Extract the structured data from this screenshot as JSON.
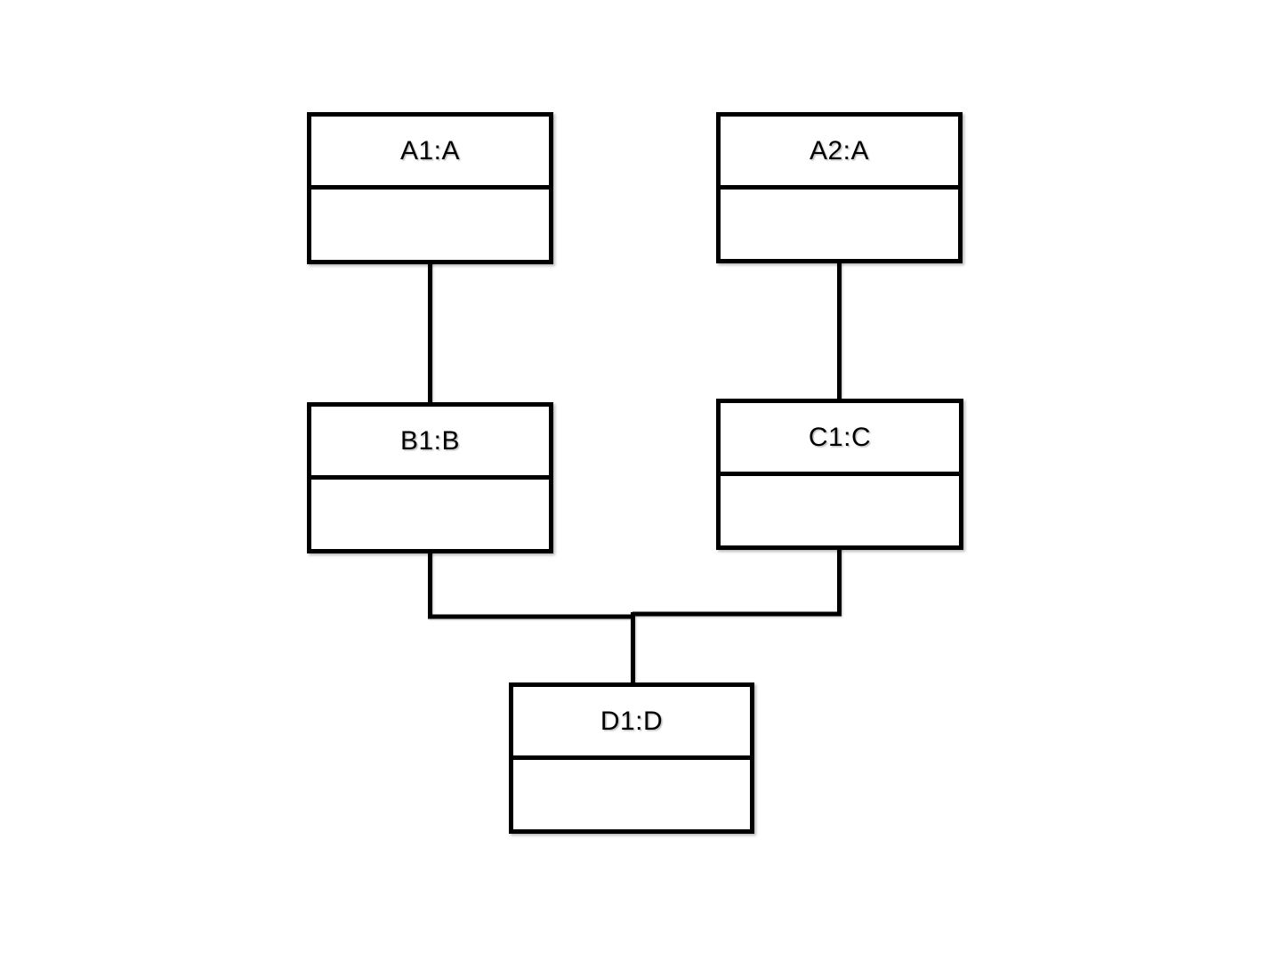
{
  "diagram": {
    "type": "uml-object-diagram",
    "background_color": "#ffffff",
    "line_color": "#000000",
    "box_fill_color": "#ffffff",
    "nodes": [
      {
        "id": "A1",
        "label": "A1:A",
        "attributes": ""
      },
      {
        "id": "A2",
        "label": "A2:A",
        "attributes": ""
      },
      {
        "id": "B1",
        "label": "B1:B",
        "attributes": ""
      },
      {
        "id": "C1",
        "label": "C1:C",
        "attributes": ""
      },
      {
        "id": "D1",
        "label": "D1:D",
        "attributes": ""
      }
    ],
    "edges": [
      {
        "from": "A1",
        "to": "B1",
        "style": "straight"
      },
      {
        "from": "A2",
        "to": "C1",
        "style": "straight"
      },
      {
        "from": "B1",
        "to": "D1",
        "style": "elbow"
      },
      {
        "from": "C1",
        "to": "D1",
        "style": "elbow"
      }
    ]
  }
}
